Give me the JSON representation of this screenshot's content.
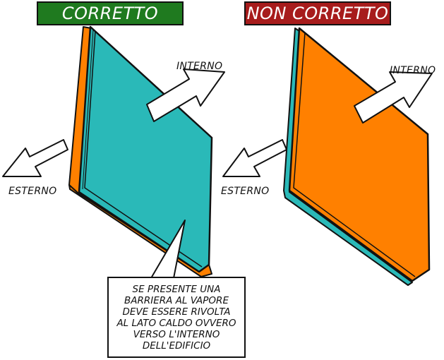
{
  "banners": {
    "left": "CORRETTO",
    "right": "NON CORRETTO"
  },
  "labels": {
    "left_inside": "INTERNO",
    "left_outside": "ESTERNO",
    "right_inside": "INTERNO",
    "right_outside": "ESTERNO"
  },
  "note": "SE PRESENTE UNA\nBARRIERA AL VAPORE\nDEVE ESSERE RIVOLTA\nAL LATO CALDO OVVERO\nVERSO L'INTERNO\nDELL'EDIFICIO",
  "colors": {
    "insulation": "#ff8000",
    "vapor_barrier": "#2ab9b8",
    "correct": "#1f7a1f",
    "incorrect": "#a71c1c"
  }
}
